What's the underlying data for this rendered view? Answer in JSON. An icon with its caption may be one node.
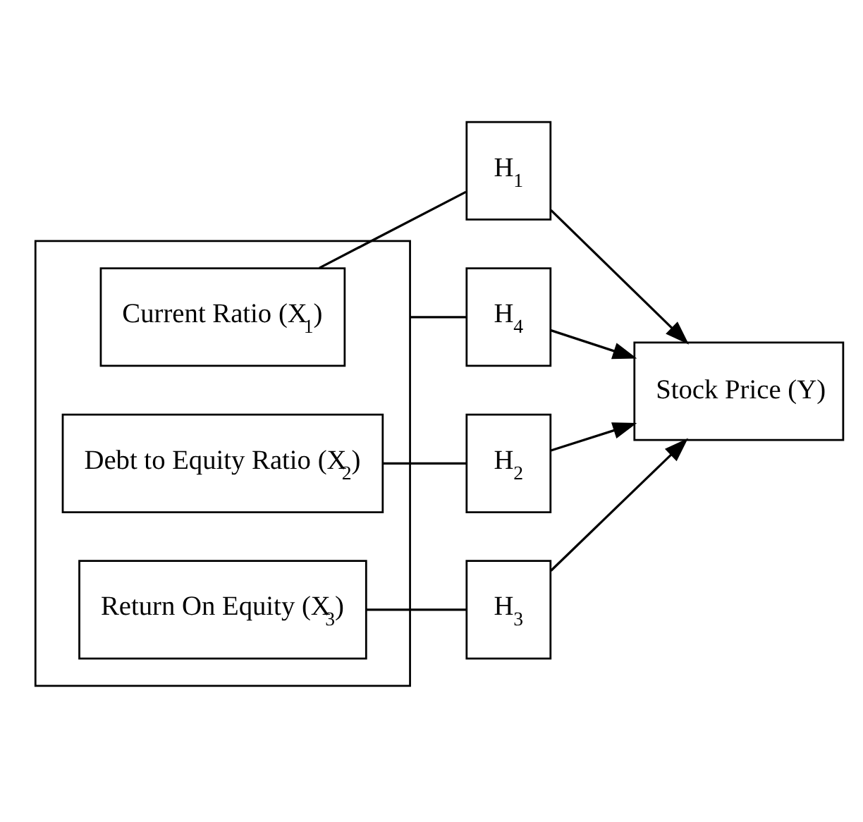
{
  "diagram": {
    "nodes": [
      {
        "text": [
          "H$_{4}$"
        ]
      },
      {
        "text": [],
        "shape": "box"
      },
      {
        "text": [
          "Current Ratio (X$_{1}$)"
        ],
        "in": 1
      },
      {
        "text": [
          "Debt to Equity Ratio (X$_{2}$)"
        ],
        "in": 1
      },
      {
        "text": [
          "Return On Equity (X$_{3}$)"
        ],
        "in": 1
      },
      {
        "text": [
          "H$_{1}$"
        ]
      },
      {
        "text": [
          "H$_{2}$"
        ]
      },
      {
        "text": [
          "H$_{3}$"
        ]
      },
      {
        "text": [
          "Stock Price (Y)"
        ]
      }
    ],
    "edges": [
      {
        "from": 1,
        "to": 0,
        "arrow": "none"
      },
      {
        "from": 0,
        "to": 8,
        "arrow": "to"
      },
      {
        "from": 2,
        "to": 5,
        "arrow": "none"
      },
      {
        "from": 5,
        "to": 8,
        "arrow": "to"
      },
      {
        "from": 3,
        "to": 6,
        "arrow": "none"
      },
      {
        "from": 6,
        "to": 8,
        "arrow": "to"
      },
      {
        "from": 4,
        "to": 7,
        "arrow": "none"
      },
      {
        "from": 7,
        "to": 8,
        "arrow": "to"
      }
    ]
  }
}
